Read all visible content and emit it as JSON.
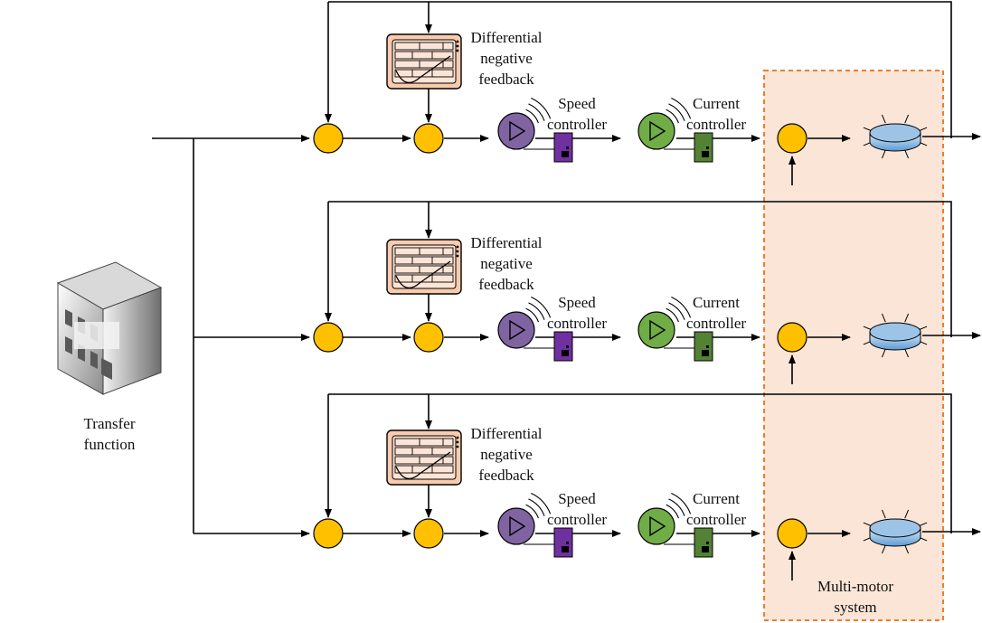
{
  "colors": {
    "junction": "#FFC000",
    "speed_controller": "#8064A2",
    "speed_block": "#7030A0",
    "current_controller": "#70AD47",
    "current_block": "#548235",
    "monitor_fill": "#F8CBAD",
    "motor": "#9DC3E6",
    "system_box_fill": "#FBE5D6",
    "system_box_border": "#ED7D31"
  },
  "source": {
    "icon": "building-icon",
    "label_line1": "Transfer",
    "label_line2": "function"
  },
  "rows": [
    {
      "feedback_line1": "Differential",
      "feedback_line2": "negative",
      "feedback_line3": "feedback",
      "speed_line1": "Speed",
      "speed_line2": "controller",
      "current_line1": "Current",
      "current_line2": "controller"
    },
    {
      "feedback_line1": "Differential",
      "feedback_line2": "negative",
      "feedback_line3": "feedback",
      "speed_line1": "Speed",
      "speed_line2": "controller",
      "current_line1": "Current",
      "current_line2": "controller"
    },
    {
      "feedback_line1": "Differential",
      "feedback_line2": "negative",
      "feedback_line3": "feedback",
      "speed_line1": "Speed",
      "speed_line2": "controller",
      "current_line1": "Current",
      "current_line2": "controller"
    }
  ],
  "system": {
    "label_line1": "Multi-motor",
    "label_line2": "system"
  }
}
